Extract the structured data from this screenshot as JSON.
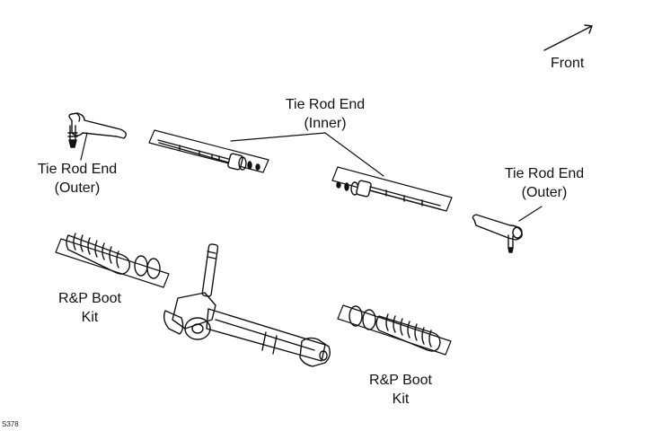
{
  "labels": {
    "front": "Front",
    "tie_rod_inner_line1": "Tie Rod End",
    "tie_rod_inner_line2": "(Inner)",
    "tie_rod_outer_left_line1": "Tie Rod End",
    "tie_rod_outer_left_line2": "(Outer)",
    "tie_rod_outer_right_line1": "Tie Rod End",
    "tie_rod_outer_right_line2": "(Outer)",
    "boot_left_line1": "R&P Boot",
    "boot_left_line2": "Kit",
    "boot_right_line1": "R&P Boot",
    "boot_right_line2": "Kit"
  },
  "figure_code": "S378"
}
